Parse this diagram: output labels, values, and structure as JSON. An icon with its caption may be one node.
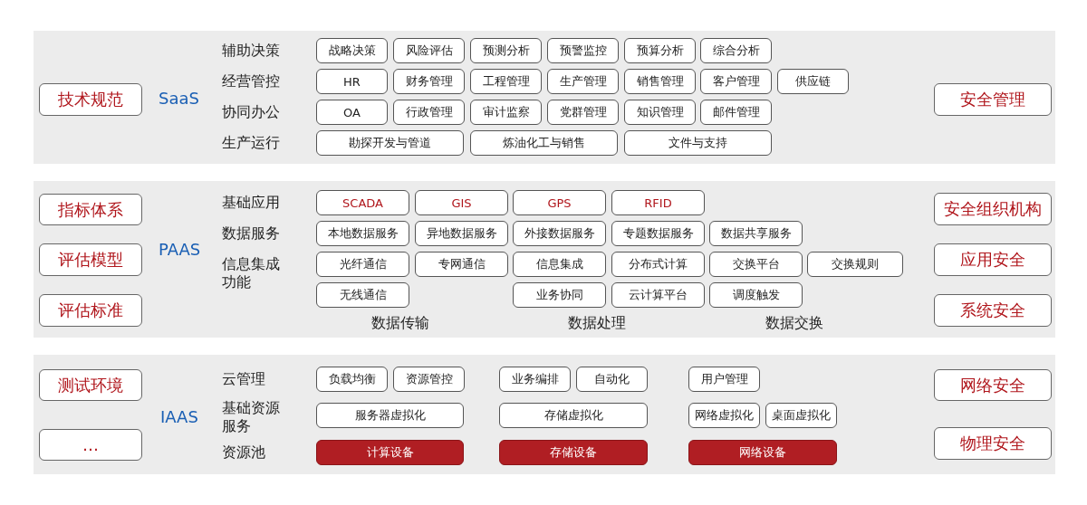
{
  "diagram": {
    "nodes": [
      {
        "text": [],
        "shape": "box"
      },
      {
        "text": [
          "技术规范"
        ],
        "in": 0
      },
      {
        "text": [
          "战略决策"
        ],
        "in": 0
      },
      {
        "text": [
          "风险评估"
        ],
        "in": 0
      },
      {
        "text": [
          "预测分析"
        ],
        "in": 0
      },
      {
        "text": [
          "预警监控"
        ],
        "in": 0
      },
      {
        "text": [
          "预算分析"
        ],
        "in": 0
      },
      {
        "text": [
          "综合分析"
        ],
        "in": 0
      },
      {
        "text": [
          "HR"
        ],
        "in": 0
      },
      {
        "text": [
          "财务管理"
        ],
        "in": 0
      },
      {
        "text": [
          "工程管理"
        ],
        "in": 0
      },
      {
        "text": [
          "生产管理"
        ],
        "in": 0
      },
      {
        "text": [
          "销售管理"
        ],
        "in": 0
      },
      {
        "text": [
          "客户管理"
        ],
        "in": 0
      },
      {
        "text": [
          "供应链"
        ],
        "in": 0
      },
      {
        "text": [
          "OA"
        ],
        "in": 0
      },
      {
        "text": [
          "行政管理"
        ],
        "in": 0
      },
      {
        "text": [
          "审计监察"
        ],
        "in": 0
      },
      {
        "text": [
          "党群管理"
        ],
        "in": 0
      },
      {
        "text": [
          "知识管理"
        ],
        "in": 0
      },
      {
        "text": [
          "邮件管理"
        ],
        "in": 0
      },
      {
        "text": [
          "勘探开发与管道"
        ],
        "in": 0
      },
      {
        "text": [
          "炼油化工与销售"
        ],
        "in": 0
      },
      {
        "text": [
          "文件与支持"
        ],
        "in": 0
      },
      {
        "text": [
          "安全管理"
        ],
        "in": 0
      },
      {
        "text": [],
        "shape": "box"
      },
      {
        "text": [
          "指标体系"
        ],
        "in": 25
      },
      {
        "text": [
          "评估模型"
        ],
        "in": 25
      },
      {
        "text": [
          "评估标准"
        ],
        "in": 25
      },
      {
        "text": [
          "SCADA"
        ],
        "in": 25
      },
      {
        "text": [
          "GIS"
        ],
        "in": 25
      },
      {
        "text": [
          "GPS"
        ],
        "in": 25
      },
      {
        "text": [
          "RFID"
        ],
        "in": 25
      },
      {
        "text": [
          "本地数据服务"
        ],
        "in": 25
      },
      {
        "text": [
          "异地数据服务"
        ],
        "in": 25
      },
      {
        "text": [
          "外接数据服务"
        ],
        "in": 25
      },
      {
        "text": [
          "专题数据服务"
        ],
        "in": 25
      },
      {
        "text": [
          "数据共享服务"
        ],
        "in": 25
      },
      {
        "text": [
          "光纤通信"
        ],
        "in": 25
      },
      {
        "text": [
          "专网通信"
        ],
        "in": 25
      },
      {
        "text": [
          "信息集成"
        ],
        "in": 25
      },
      {
        "text": [
          "分布式计算"
        ],
        "in": 25
      },
      {
        "text": [
          "交换平台"
        ],
        "in": 25
      },
      {
        "text": [
          "交换规则"
        ],
        "in": 25
      },
      {
        "text": [
          "无线通信"
        ],
        "in": 25
      },
      {
        "text": [
          "业务协同"
        ],
        "in": 25
      },
      {
        "text": [
          "云计算平台"
        ],
        "in": 25
      },
      {
        "text": [
          "调度触发"
        ],
        "in": 25
      },
      {
        "text": [
          "安全组织机构"
        ],
        "in": 25
      },
      {
        "text": [
          "应用安全"
        ],
        "in": 25
      },
      {
        "text": [
          "系统安全"
        ],
        "in": 25
      },
      {
        "text": [],
        "shape": "box"
      },
      {
        "text": [
          "测试环境"
        ],
        "in": 51
      },
      {
        "text": [
          "…"
        ],
        "in": 51
      },
      {
        "text": [
          "负载均衡"
        ],
        "in": 51
      },
      {
        "text": [
          "资源管控"
        ],
        "in": 51
      },
      {
        "text": [
          "业务编排"
        ],
        "in": 51
      },
      {
        "text": [
          "自动化"
        ],
        "in": 51
      },
      {
        "text": [
          "用户管理"
        ],
        "in": 51
      },
      {
        "text": [
          "服务器虚拟化"
        ],
        "in": 51
      },
      {
        "text": [
          "存储虚拟化"
        ],
        "in": 51
      },
      {
        "text": [
          "网络虚拟化"
        ],
        "in": 51
      },
      {
        "text": [
          "桌面虚拟化"
        ],
        "in": 51
      },
      {
        "text": [
          "计算设备"
        ],
        "in": 51
      },
      {
        "text": [
          "存储设备"
        ],
        "in": 51
      },
      {
        "text": [
          "网络设备"
        ],
        "in": 51
      },
      {
        "text": [
          "网络安全"
        ],
        "in": 51
      },
      {
        "text": [
          "物理安全"
        ],
        "in": 51
      }
    ],
    "edges": [],
    "labels": [
      "SaaS",
      "辅助决策",
      "经营管控",
      "协同办公",
      "生产运行",
      "PAAS",
      "基础应用",
      "数据服务",
      "信息集成功能",
      "数据传输",
      "数据处理",
      "数据交换",
      "IAAS",
      "云管理",
      "基础资源服务",
      "资源池"
    ]
  }
}
